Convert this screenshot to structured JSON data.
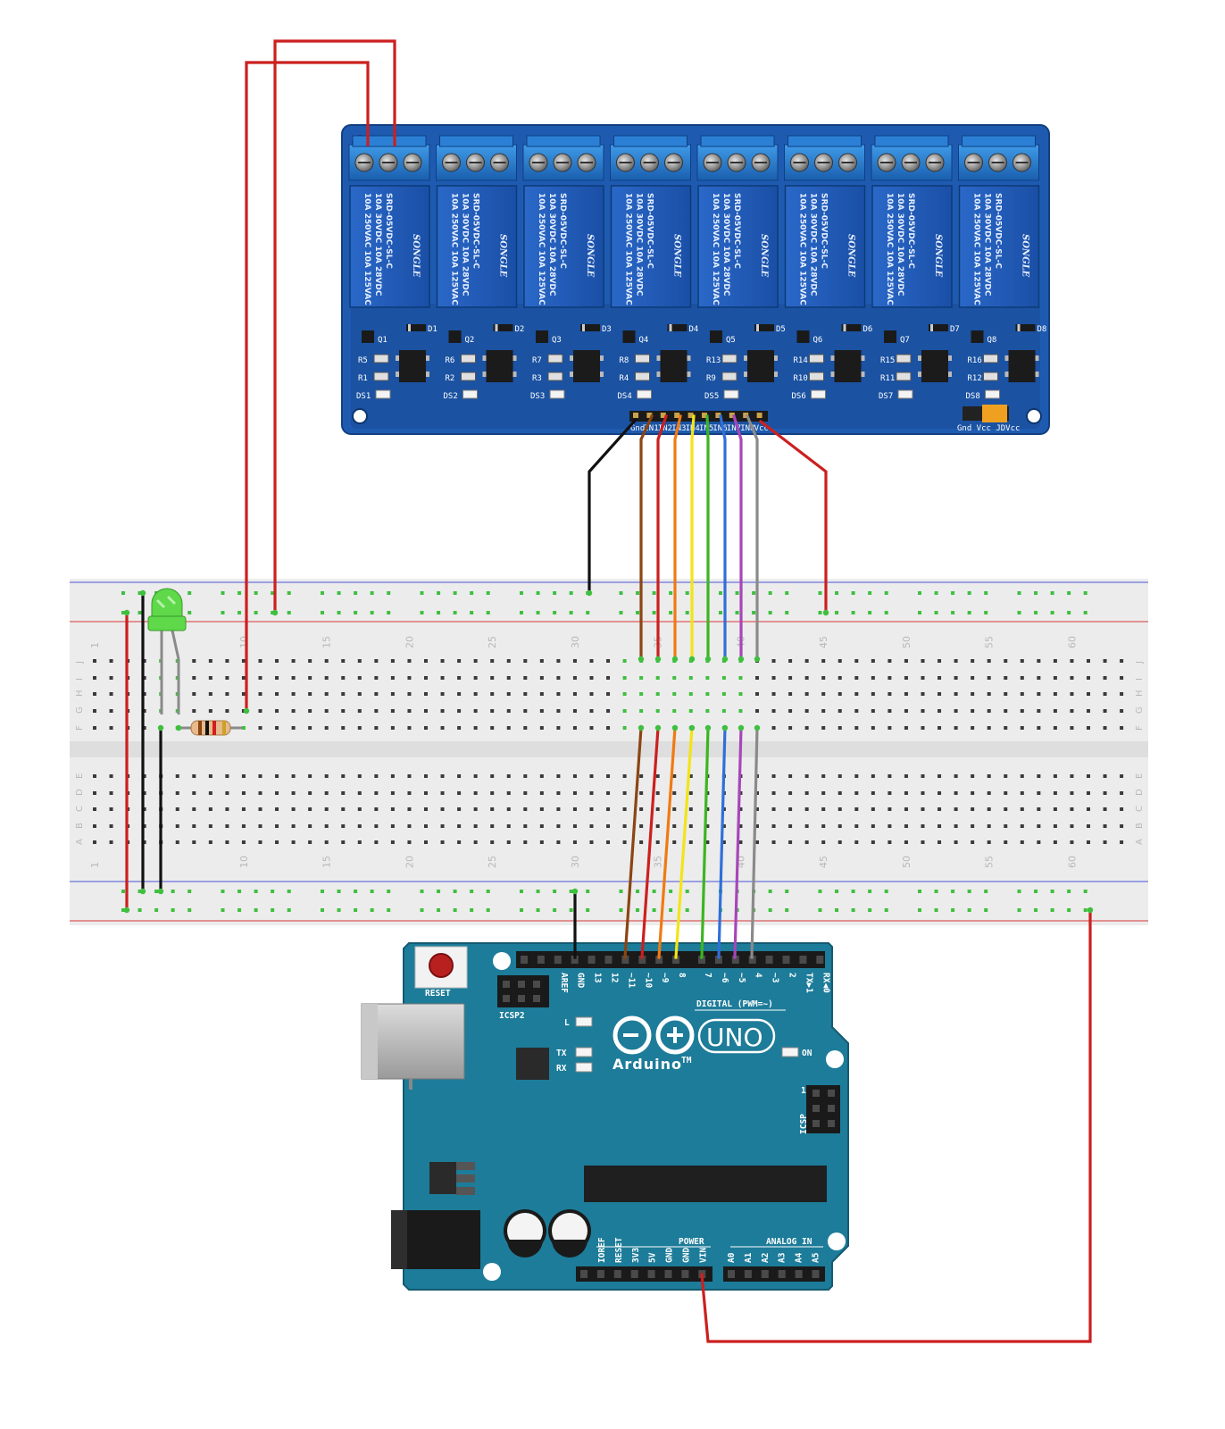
{
  "relay_module": {
    "relay_text_lines": [
      "10A 250VAC 10A 125VAC",
      "10A 30VDC 10A 28VDC",
      "SRD-05VDC-SL-C"
    ],
    "relay_brand": "SONGLE",
    "transistor_labels": [
      "Q1",
      "Q2",
      "Q3",
      "Q4",
      "Q5",
      "Q6",
      "Q7",
      "Q8"
    ],
    "diode_labels": [
      "D1",
      "D2",
      "D3",
      "D4",
      "D5",
      "D6",
      "D7",
      "D8"
    ],
    "resistor_labels_a": [
      "R5",
      "R6",
      "R7",
      "R8",
      "R13",
      "R14",
      "R15",
      "R16"
    ],
    "resistor_labels_b": [
      "R1",
      "R2",
      "R3",
      "R4",
      "R9",
      "R10",
      "R11",
      "R12"
    ],
    "led_labels": [
      "DS1",
      "DS2",
      "DS3",
      "DS4",
      "DS5",
      "DS6",
      "DS7",
      "DS8"
    ],
    "header_labels": [
      "Gnd",
      "IN1",
      "IN2",
      "IN3",
      "IN4",
      "IN5",
      "IN6",
      "IN7",
      "IN8",
      "Vcc"
    ],
    "jumper_label": "Gnd Vcc JDVcc"
  },
  "breadboard": {
    "col_numbers": [
      "1",
      "10",
      "15",
      "20",
      "25",
      "30",
      "35",
      "40",
      "45",
      "50",
      "55",
      "60"
    ],
    "rows_top": [
      "J",
      "I",
      "H",
      "G",
      "F"
    ],
    "rows_bottom": [
      "E",
      "D",
      "C",
      "B",
      "A"
    ]
  },
  "arduino": {
    "reset_label": "RESET",
    "icsp2_label": "ICSP2",
    "icsp_label": "ICSP",
    "icsp_pin1": "1",
    "brand": "Arduino",
    "model": "UNO",
    "tm": "TM",
    "digital_label": "DIGITAL (PWM=~)",
    "led_l": "L",
    "led_tx": "TX",
    "led_rx": "RX",
    "led_on": "ON",
    "digital_pins": [
      "AREF",
      "GND",
      "13",
      "12",
      "~11",
      "~10",
      "~9",
      "8",
      "7",
      "~6",
      "~5",
      "4",
      "~3",
      "2",
      "TX▶1",
      "RX◀0"
    ],
    "power_label": "POWER",
    "analog_label": "ANALOG IN",
    "power_pins": [
      "IOREF",
      "RESET",
      "3V3",
      "5V",
      "GND",
      "GND",
      "VIN"
    ],
    "analog_pins": [
      "A0",
      "A1",
      "A2",
      "A3",
      "A4",
      "A5"
    ]
  },
  "colors": {
    "red_wire": "#cc1f1f",
    "black_wire": "#111111",
    "brown_wire": "#8b4513",
    "orange_wire": "#f07a12",
    "yellow_wire": "#f2e418",
    "green_wire": "#3cb521",
    "blue_wire": "#2f6fd8",
    "purple_wire": "#a746b8",
    "gray_wire": "#8a8a8a",
    "relay_pcb": "#1e5bb0",
    "arduino_pcb": "#1d7c99",
    "breadboard": "#ececec",
    "led_green": "#5fd84a"
  }
}
